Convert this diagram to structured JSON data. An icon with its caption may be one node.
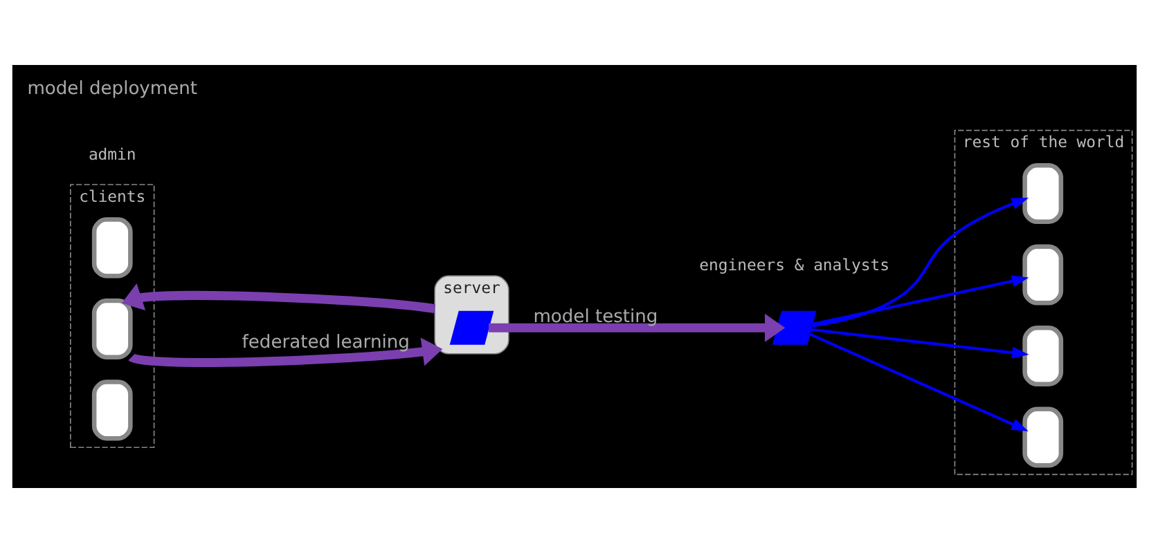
{
  "diagram": {
    "nodes": [
      {
        "text": [
          "clients"
        ]
      },
      {
        "text": [],
        "shape": "box",
        "in": 0
      },
      {
        "text": [],
        "shape": "box",
        "in": 0
      },
      {
        "text": [],
        "shape": "box",
        "in": 0
      },
      {
        "text": [
          "server"
        ]
      },
      {
        "text": [],
        "shape": "parallelogram",
        "in": 4
      },
      {
        "text": [],
        "shape": "parallelogram"
      },
      {
        "text": [
          "engineers & analysts"
        ]
      },
      {
        "text": [
          "admin"
        ]
      },
      {
        "text": [
          "rest of the world"
        ]
      },
      {
        "text": [],
        "shape": "box",
        "in": 9
      },
      {
        "text": [],
        "shape": "box",
        "in": 9
      },
      {
        "text": [],
        "shape": "box",
        "in": 9
      },
      {
        "text": [],
        "shape": "box",
        "in": 9
      }
    ],
    "edges": [
      {
        "from": 4,
        "to": 2,
        "arrow": "to",
        "style": "thick",
        "color": "#7b3fb0"
      },
      {
        "from": 2,
        "to": 4,
        "arrow": "to",
        "label": "federated learning",
        "style": "thick",
        "color": "#7b3fb0"
      },
      {
        "from": 5,
        "to": 6,
        "arrow": "to",
        "label": "model testing",
        "style": "thick",
        "color": "#7b3fb0"
      },
      {
        "from": 6,
        "to": 10,
        "arrow": "to"
      },
      {
        "from": 6,
        "to": 11,
        "arrow": "to"
      },
      {
        "from": 6,
        "to": 12,
        "arrow": "to"
      },
      {
        "from": 6,
        "to": 13,
        "arrow": "to"
      }
    ],
    "labels": [
      "model deployment"
    ]
  }
}
